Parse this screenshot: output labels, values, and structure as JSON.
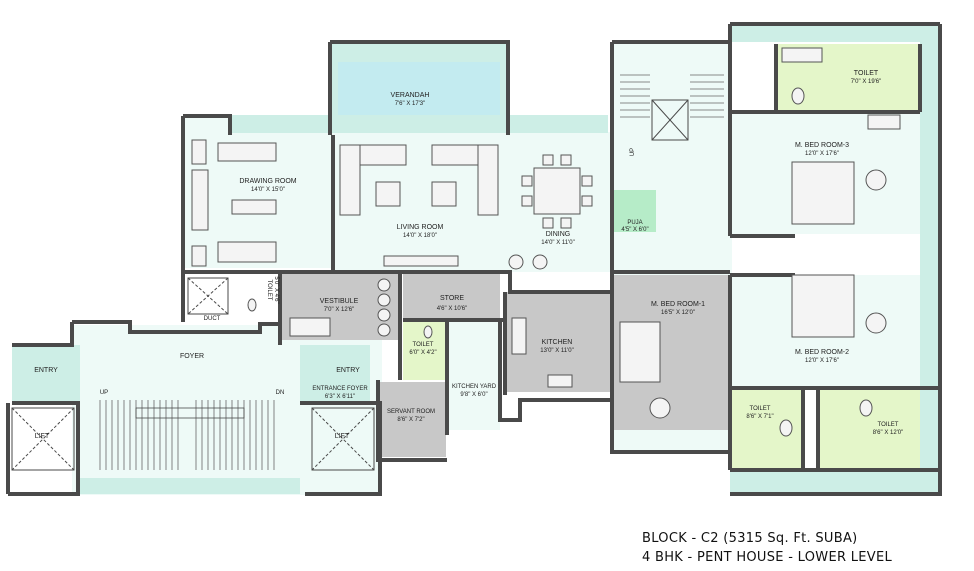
{
  "colors": {
    "wall": "#4a4a4a",
    "floor": "#eefaf7",
    "balcony": "#cdeee6",
    "toilet": "#e4f6c9",
    "service": "#c8c8c8",
    "puja": "#b6ecc8",
    "sky": "#bfe9f4"
  },
  "rooms": {
    "verandah": {
      "name": "VERANDAH",
      "dim": "7'6\" X 17'3\""
    },
    "drawing": {
      "name": "DRAWING ROOM",
      "dim": "14'0\" X 15'0\""
    },
    "living": {
      "name": "LIVING ROOM",
      "dim": "14'0\" X 18'0\""
    },
    "dining": {
      "name": "DINING",
      "dim": "14'0\" X 11'0\""
    },
    "puja": {
      "name": "PUJA",
      "dim": "4'5\" X 6'0\""
    },
    "toilet_top": {
      "name": "TOILET",
      "dim": "7'0\" X 19'6\""
    },
    "bed3": {
      "name": "M. BED ROOM-3",
      "dim": "12'0\" X 17'6\""
    },
    "vestibule": {
      "name": "VESTIBULE",
      "dim": "7'0\" X 12'6\""
    },
    "toilet_small": {
      "name": "TOILET",
      "dim": "5'0\" X 4'6\""
    },
    "duct": {
      "name": "DUCT"
    },
    "store": {
      "name": "STORE",
      "dim": "4'6\" X 10'6\""
    },
    "toilet_servant": {
      "name": "TOILET",
      "dim": "6'0\" X 4'2\""
    },
    "kitchen": {
      "name": "KITCHEN",
      "dim": "13'0\" X 11'0\""
    },
    "kitchen_yard": {
      "name": "KITCHEN YARD",
      "dim": "9'8\" X 6'0\""
    },
    "servant": {
      "name": "SERVANT ROOM",
      "dim": "8'6\" X 7'2\""
    },
    "bed1": {
      "name": "M. BED ROOM-1",
      "dim": "16'5\" X 12'0\""
    },
    "bed2": {
      "name": "M. BED ROOM-2",
      "dim": "12'0\" X 17'6\""
    },
    "foyer": {
      "name": "FOYER"
    },
    "entry_left": {
      "name": "ENTRY"
    },
    "entry_right": {
      "name": "ENTRY"
    },
    "entrance_foyer": {
      "name": "ENTRANCE FOYER",
      "dim": "6'3\" X 6'11\""
    },
    "lift_left": {
      "name": "LIFT"
    },
    "lift_right": {
      "name": "LIFT"
    },
    "toilet_b1": {
      "name": "TOILET",
      "dim": "8'6\" X 7'1\""
    },
    "toilet_b2": {
      "name": "TOILET",
      "dim": "8'6\" X 12'0\""
    }
  },
  "stairs": {
    "up_main": "UP",
    "dn_main": "DN",
    "up_side": "UP"
  },
  "caption": {
    "line1": "BLOCK - C2 (5315 Sq. Ft. SUBA)",
    "line2": "4 BHK - PENT HOUSE - LOWER LEVEL"
  }
}
